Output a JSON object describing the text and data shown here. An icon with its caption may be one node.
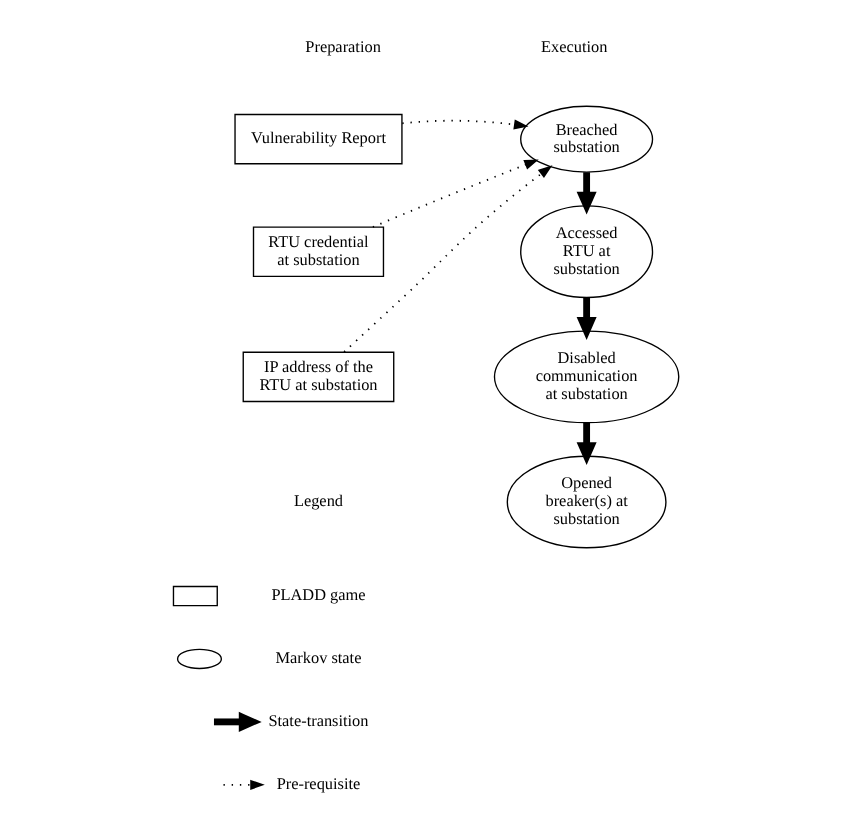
{
  "diagram": {
    "nodes": [
      {
        "text": [
          "Vulnerability Report"
        ]
      },
      {
        "text": [
          "RTU credential at substation"
        ]
      },
      {
        "text": [
          "IP address of the RTU at substation"
        ]
      },
      {
        "text": [
          "Breached substation"
        ]
      },
      {
        "text": [
          "Accessed RTU at substation"
        ]
      },
      {
        "text": [
          "Disabled communication at substation"
        ]
      },
      {
        "text": [
          "Opened breaker(s) at substation"
        ]
      }
    ],
    "edges": [
      {
        "from": 0,
        "to": 3,
        "arrow": "to",
        "style": "dashed"
      },
      {
        "from": 1,
        "to": 3,
        "arrow": "to",
        "style": "dashed"
      },
      {
        "from": 2,
        "to": 3,
        "arrow": "to",
        "style": "dashed"
      },
      {
        "from": 3,
        "to": 4,
        "arrow": "to",
        "style": "thick"
      },
      {
        "from": 4,
        "to": 5,
        "arrow": "to",
        "style": "thick"
      },
      {
        "from": 5,
        "to": 6,
        "arrow": "to",
        "style": "thick"
      }
    ],
    "labels": [
      "Preparation",
      "Execution",
      "Legend"
    ],
    "legend": [
      {
        "text": "PLADD game"
      },
      {
        "text": "Markov state"
      },
      {
        "text": "State-transition"
      },
      {
        "text": "Pre-requisite"
      }
    ]
  }
}
